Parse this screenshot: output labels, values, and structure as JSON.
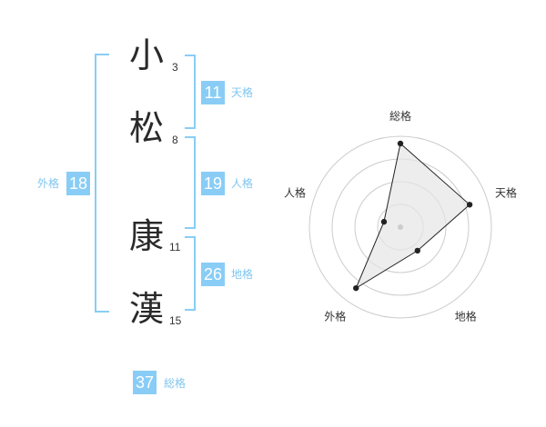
{
  "name": {
    "chars": [
      {
        "char": "小",
        "strokes": "3"
      },
      {
        "char": "松",
        "strokes": "8"
      },
      {
        "char": "康",
        "strokes": "11"
      },
      {
        "char": "漢",
        "strokes": "15"
      }
    ]
  },
  "scores": {
    "tenkaku": {
      "value": "11",
      "label": "天格"
    },
    "jinkaku": {
      "value": "19",
      "label": "人格"
    },
    "chikaku": {
      "value": "26",
      "label": "地格"
    },
    "gaikaku": {
      "value": "18",
      "label": "外格"
    },
    "soukaku": {
      "value": "37",
      "label": "総格"
    }
  },
  "chart_data": {
    "type": "radar",
    "axes": [
      "総格",
      "天格",
      "地格",
      "外格",
      "人格"
    ],
    "values": [
      0.92,
      0.8,
      0.32,
      0.83,
      0.19
    ],
    "rings": 4
  }
}
